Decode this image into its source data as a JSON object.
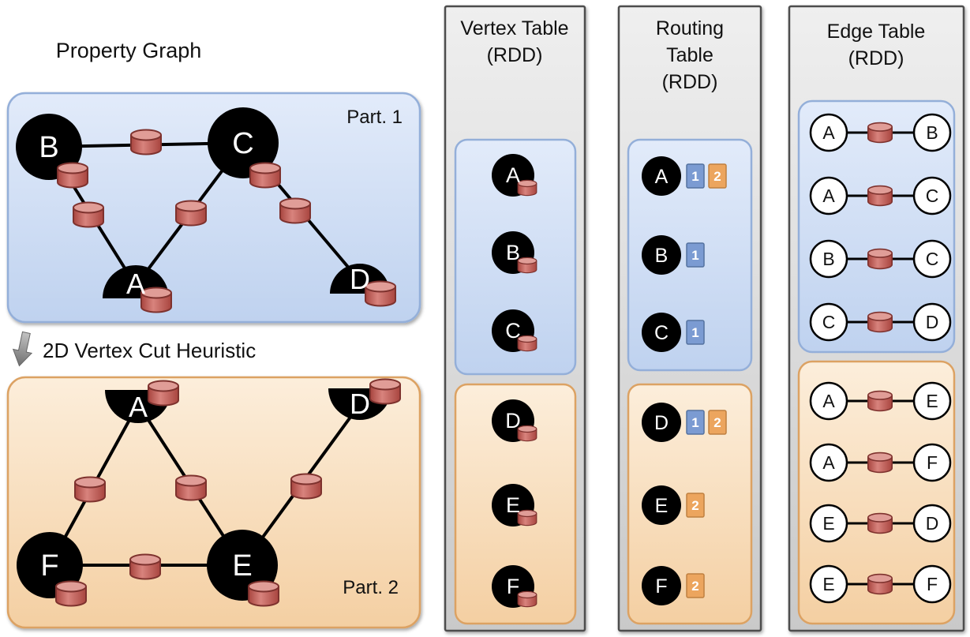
{
  "page": {
    "title": "Property Graph",
    "cut_heuristic_label": "2D Vertex Cut Heuristic"
  },
  "property_graph": {
    "part1": {
      "label": "Part. 1",
      "vertices": [
        "B",
        "C",
        "A",
        "D"
      ],
      "edges": [
        [
          "B",
          "C"
        ],
        [
          "B",
          "A"
        ],
        [
          "C",
          "A"
        ],
        [
          "C",
          "D"
        ]
      ]
    },
    "part2": {
      "label": "Part. 2",
      "vertices": [
        "A",
        "D",
        "F",
        "E"
      ],
      "edges": [
        [
          "A",
          "F"
        ],
        [
          "A",
          "E"
        ],
        [
          "F",
          "E"
        ],
        [
          "E",
          "D"
        ]
      ]
    }
  },
  "vertex_table": {
    "title_line1": "Vertex Table",
    "title_line2": "(RDD)",
    "part1_vertices": [
      "A",
      "B",
      "C"
    ],
    "part2_vertices": [
      "D",
      "E",
      "F"
    ]
  },
  "routing_table": {
    "title_line1": "Routing",
    "title_line2": "Table",
    "title_line3": "(RDD)",
    "part1_rows": [
      {
        "vertex": "A",
        "partitions": [
          "1",
          "2"
        ]
      },
      {
        "vertex": "B",
        "partitions": [
          "1"
        ]
      },
      {
        "vertex": "C",
        "partitions": [
          "1"
        ]
      }
    ],
    "part2_rows": [
      {
        "vertex": "D",
        "partitions": [
          "1",
          "2"
        ]
      },
      {
        "vertex": "E",
        "partitions": [
          "2"
        ]
      },
      {
        "vertex": "F",
        "partitions": [
          "2"
        ]
      }
    ]
  },
  "edge_table": {
    "title_line1": "Edge Table",
    "title_line2": "(RDD)",
    "part1_edges": [
      {
        "src": "A",
        "dst": "B"
      },
      {
        "src": "A",
        "dst": "C"
      },
      {
        "src": "B",
        "dst": "C"
      },
      {
        "src": "C",
        "dst": "D"
      }
    ],
    "part2_edges": [
      {
        "src": "A",
        "dst": "E"
      },
      {
        "src": "A",
        "dst": "F"
      },
      {
        "src": "E",
        "dst": "D"
      },
      {
        "src": "E",
        "dst": "F"
      }
    ]
  },
  "colors": {
    "partition1_fill": "#cdddf5",
    "partition2_fill": "#fae3c8",
    "vertex_fill": "#000000",
    "property_cylinder": "#c4605a",
    "badge_partition1": "#7b9bd2",
    "badge_partition2": "#eca55e"
  }
}
